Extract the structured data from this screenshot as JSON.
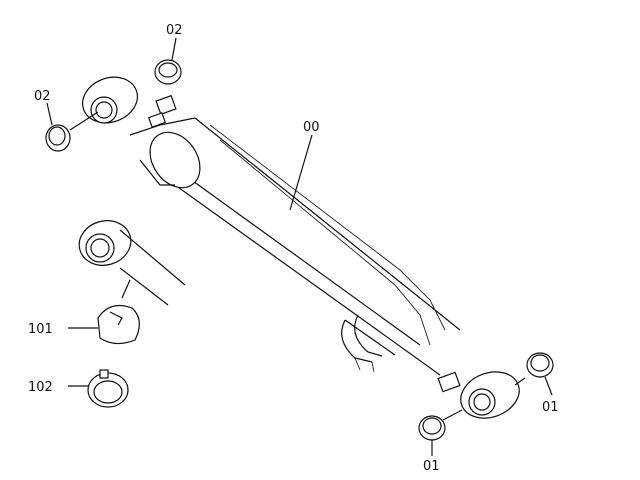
{
  "diagram": {
    "callouts": [
      {
        "id": "top-02",
        "text": "02"
      },
      {
        "id": "left-02",
        "text": "02"
      },
      {
        "id": "main-00",
        "text": "00"
      },
      {
        "id": "seal-101",
        "text": "101"
      },
      {
        "id": "ring-102",
        "text": "102"
      },
      {
        "id": "right-01",
        "text": "01"
      },
      {
        "id": "bottom-01",
        "text": "01"
      }
    ]
  },
  "colors": {
    "line": "#111111",
    "background": "#ffffff"
  }
}
